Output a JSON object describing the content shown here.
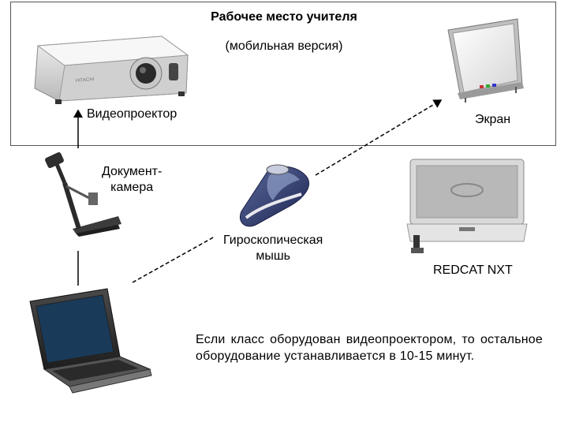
{
  "header": {
    "title": "Рабочее место учителя",
    "subtitle": "(мобильная версия)"
  },
  "devices": {
    "projector": "Видеопроектор",
    "screen": "Экран",
    "document_camera_line1": "Документ-",
    "document_camera_line2": "камера",
    "gyro_mouse_line1": "Гироскопическая",
    "gyro_mouse_line2": "мышь",
    "redcat": "REDCAT NXT",
    "projector_brand": "HITACHI"
  },
  "note": "Если класс оборудован видеопроектором, то остальное оборудование устанавливается в 10-15 минут."
}
